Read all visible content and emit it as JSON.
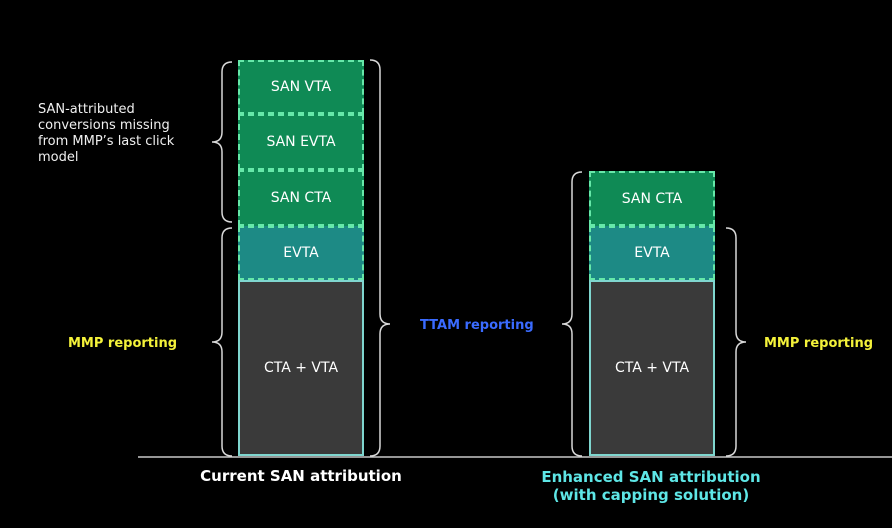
{
  "left_stack": {
    "san_vta": "SAN VTA",
    "san_evta": "SAN EVTA",
    "san_cta": "SAN CTA",
    "evta": "EVTA",
    "cta_vta": "CTA + VTA"
  },
  "right_stack": {
    "san_cta": "SAN CTA",
    "evta": "EVTA",
    "cta_vta": "CTA + VTA"
  },
  "annotations": {
    "missing_line1": "SAN-attributed",
    "missing_line2": "conversions missing",
    "missing_line3": "from MMP’s last click",
    "missing_line4": "model",
    "mmp_left": "MMP reporting",
    "ttam": "TTAM reporting",
    "mmp_right": "MMP reporting"
  },
  "captions": {
    "current": "Current SAN attribution",
    "enhanced_line1": "Enhanced SAN attribution",
    "enhanced_line2": "(with capping solution)"
  },
  "colors": {
    "background": "#000000",
    "san_fill": "#0f8a55",
    "evta_fill": "#1d8a85",
    "base_fill": "#3a3a3a",
    "mmp_label": "#f4f23a",
    "ttam_label": "#3a6bff",
    "enhanced_caption": "#5ee6e6"
  }
}
